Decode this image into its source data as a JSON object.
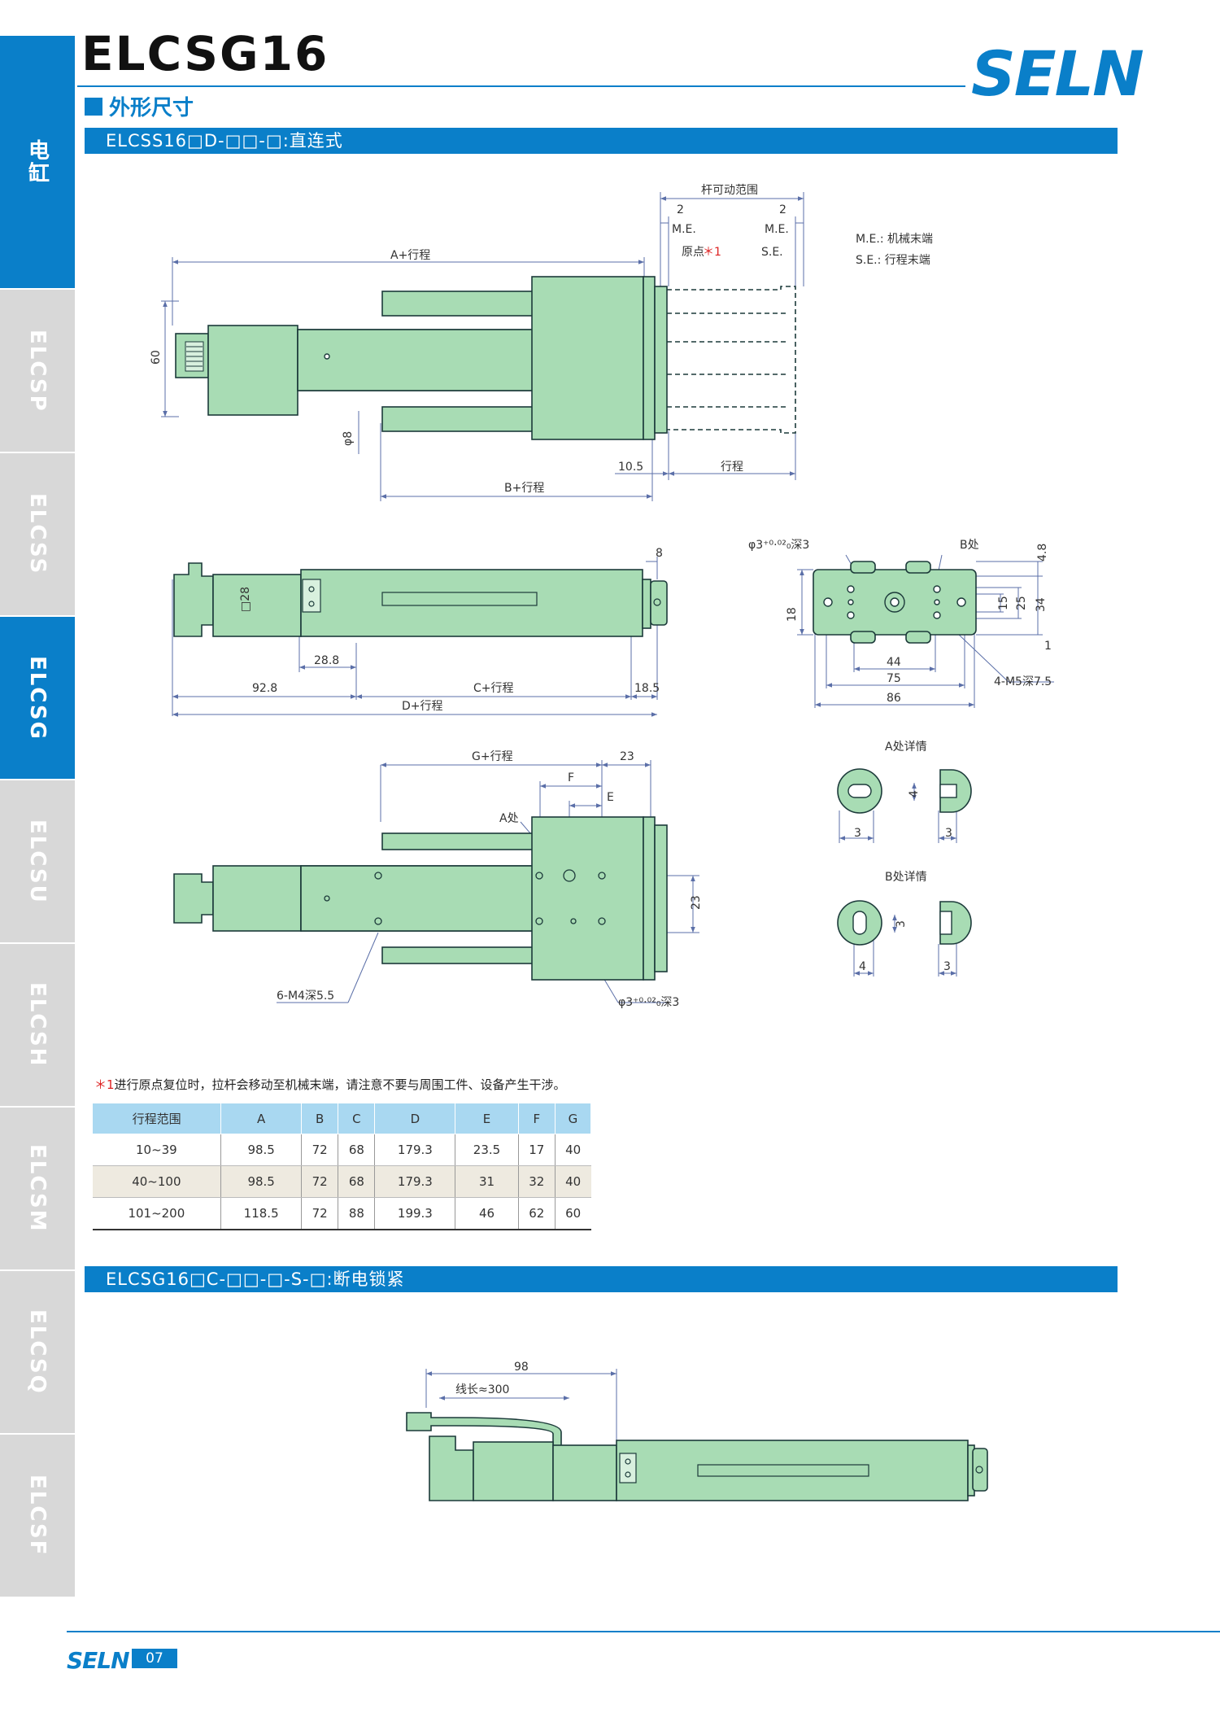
{
  "header": {
    "title": "ELCSG16",
    "logo": "SELN",
    "section_title": "外形尺寸"
  },
  "tabs": [
    {
      "label": "电缸",
      "active": true
    },
    {
      "label": "ELCSP",
      "active": false
    },
    {
      "label": "ELCSS",
      "active": false
    },
    {
      "label": "ELCSG",
      "active": true
    },
    {
      "label": "ELCSU",
      "active": false
    },
    {
      "label": "ELCSH",
      "active": false
    },
    {
      "label": "ELCSM",
      "active": false
    },
    {
      "label": "ELCSQ",
      "active": false
    },
    {
      "label": "ELCSF",
      "active": false
    }
  ],
  "sections": {
    "direct": "ELCSS16□D-□□-□:直连式",
    "brake": "ELCSG16□C-□□-□-S-□:断电锁紧"
  },
  "colors": {
    "accent": "#0a7fc9",
    "body_fill": "#a8dcb4",
    "table_header": "#a9d8f1"
  },
  "dims": {
    "rod_range": "杆可动范围",
    "me": "M.E.",
    "se": "S.E.",
    "origin": "原点",
    "star1": "＊1",
    "two_a": "2",
    "two_b": "2",
    "legend_me": "M.E.: 机械末端",
    "legend_se": "S.E.: 行程末端",
    "a_stroke": "A+行程",
    "h60": "60",
    "phi8": "φ8",
    "d105": "10.5",
    "stroke": "行程",
    "b_stroke": "B+行程",
    "sq28": "□28",
    "d8": "8",
    "d928": "92.8",
    "d288": "28.8",
    "c_stroke": "C+行程",
    "d185": "18.5",
    "d_stroke": "D+行程",
    "phi3_top": "φ3⁺⁰·⁰²₀深3",
    "b_mark": "B处",
    "d48": "4.8",
    "d15": "15",
    "d25": "25",
    "d34": "34",
    "d18": "18",
    "d1": "1",
    "d44": "44",
    "d75": "75",
    "d86": "86",
    "m5": "4-M5深7.5",
    "g_stroke": "G+行程",
    "d23a": "23",
    "f": "F",
    "e": "E",
    "a_mark": "A处",
    "d23b": "23",
    "m4": "6-M4深5.5",
    "phi3_bot": "φ3⁺⁰·⁰²₀深3",
    "a_detail": "A处详情",
    "b_detail": "B处详情",
    "a_4": "4",
    "a_3l": "3",
    "a_3r": "3",
    "b_3": "3",
    "b_4": "4",
    "b_3r": "3",
    "d98": "98",
    "cable": "线长≈300"
  },
  "note": {
    "star": "＊1",
    "text": "进行原点复位时，拉杆会移动至机械末端，请注意不要与周围工件、设备产生干涉。"
  },
  "table": {
    "headers": [
      "行程范围",
      "A",
      "B",
      "C",
      "D",
      "E",
      "F",
      "G"
    ],
    "rows": [
      [
        "10~39",
        "98.5",
        "72",
        "68",
        "179.3",
        "23.5",
        "17",
        "40"
      ],
      [
        "40~100",
        "98.5",
        "72",
        "68",
        "179.3",
        "31",
        "32",
        "40"
      ],
      [
        "101~200",
        "118.5",
        "72",
        "88",
        "199.3",
        "46",
        "62",
        "60"
      ]
    ]
  },
  "footer": {
    "logo": "SELN",
    "page": "07"
  }
}
